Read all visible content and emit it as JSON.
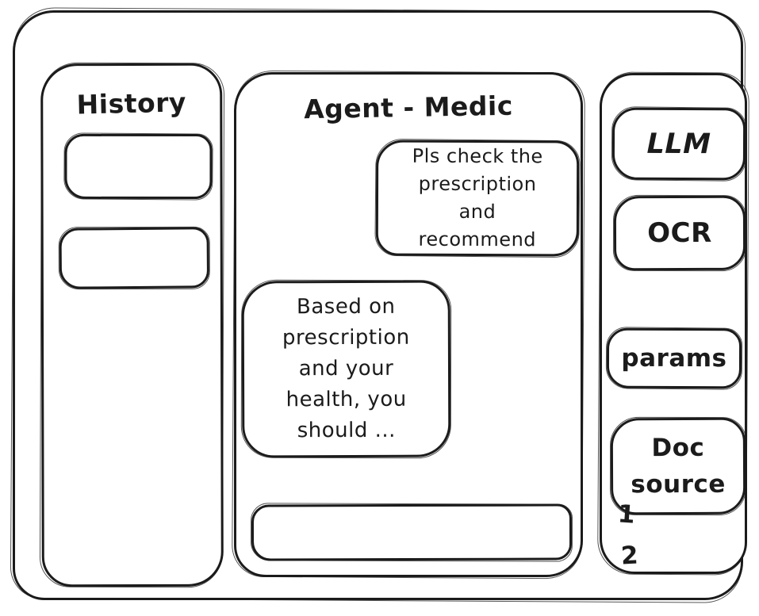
{
  "colors": {
    "stroke": "#1b1b1b",
    "background": "#ffffff"
  },
  "sidebar": {
    "title": "History",
    "items": [
      {
        "label": ""
      },
      {
        "label": ""
      }
    ]
  },
  "chat": {
    "title": "Agent - Medic",
    "messages": [
      {
        "role": "user",
        "text": "Pls check the prescription and recommend"
      },
      {
        "role": "assistant",
        "text": "Based on prescription and your health, you should ..."
      }
    ],
    "input": {
      "value": "",
      "placeholder": ""
    }
  },
  "tools": {
    "buttons": [
      {
        "label": "LLM"
      },
      {
        "label": "OCR"
      },
      {
        "label": "params"
      },
      {
        "label": "Doc source"
      }
    ],
    "doc_sources": [
      "1",
      "2"
    ]
  }
}
